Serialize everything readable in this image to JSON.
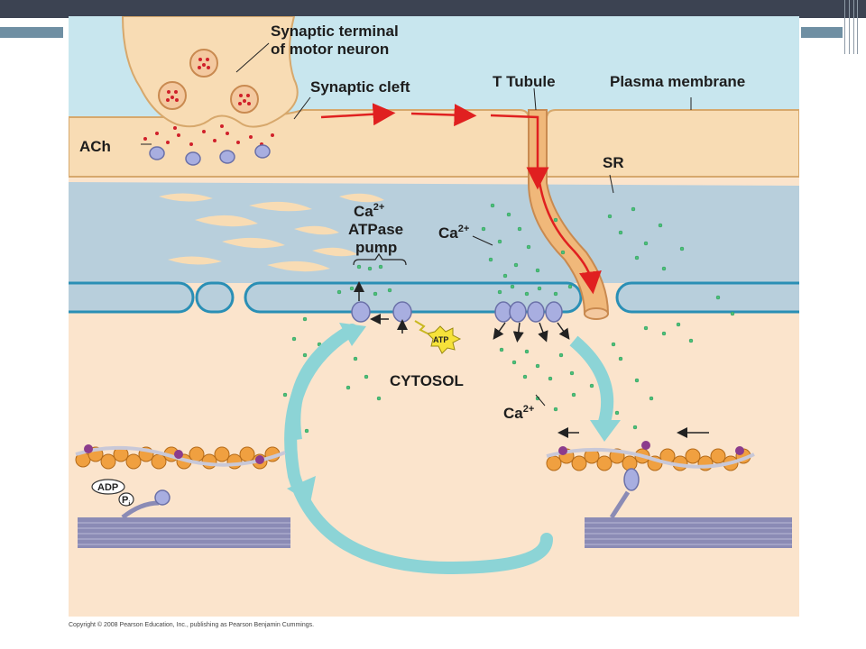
{
  "labels": {
    "synaptic_terminal_line1": "Synaptic terminal",
    "synaptic_terminal_line2": "of motor neuron",
    "synaptic_cleft": "Synaptic cleft",
    "t_tubule": "T Tubule",
    "plasma_membrane": "Plasma membrane",
    "ach": "ACh",
    "sr": "SR",
    "ca_pump_base": "Ca",
    "ca_pump_sup": "2+",
    "atpase": "ATPase",
    "pump": "pump",
    "ca_sr_base": "Ca",
    "ca_sr_sup": "2+",
    "atp": "ATP",
    "cytosol": "CYTOSOL",
    "ca_cyto_base": "Ca",
    "ca_cyto_sup": "2+",
    "adp": "ADP",
    "pi_base": "P",
    "pi_sub": "i"
  },
  "copyright": "Copyright © 2008 Pearson Education, Inc., publishing as Pearson Benjamin Cummings.",
  "colors": {
    "extracellular": "#c8e6ee",
    "neuron": "#f8dcb4",
    "cytosol": "#fbe4cc",
    "sr": "#b8cfdc",
    "sr_border": "#2a8fb5",
    "calcium": "#4cc07a",
    "ach": "#d0202a",
    "signal_arrow": "#e02020",
    "cycle_arrow": "#8cd4d6",
    "actin": "#f0a040",
    "myosin": "#8b8bb5"
  }
}
